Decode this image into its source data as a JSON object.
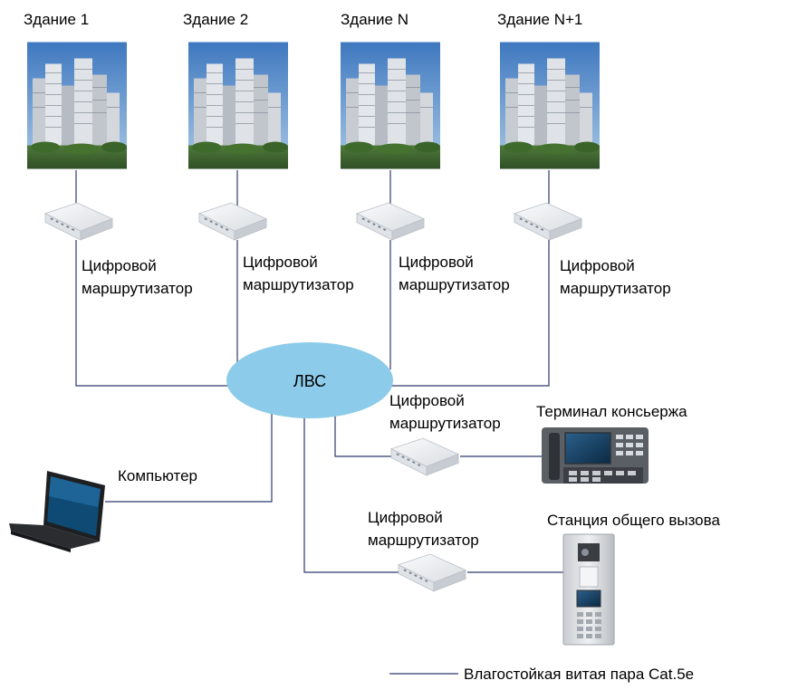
{
  "buildings": [
    {
      "label": "Здание 1"
    },
    {
      "label": "Здание 2"
    },
    {
      "label": "Здание N"
    },
    {
      "label": "Здание N+1"
    }
  ],
  "router_label_line1": "Цифровой",
  "router_label_line2": "маршрутизатор",
  "lan": {
    "label": "ЛВС"
  },
  "concierge": {
    "label": "Терминал консьержа"
  },
  "computer": {
    "label": "Компьютер"
  },
  "call_station": {
    "label": "Станция общего вызова"
  },
  "legend": {
    "label": "Влагостойкая витая пара Cat.5e"
  },
  "colors": {
    "line": "#2d3a6e",
    "lan_fill": "#8ccbe9",
    "sky": "#4f86c6"
  }
}
